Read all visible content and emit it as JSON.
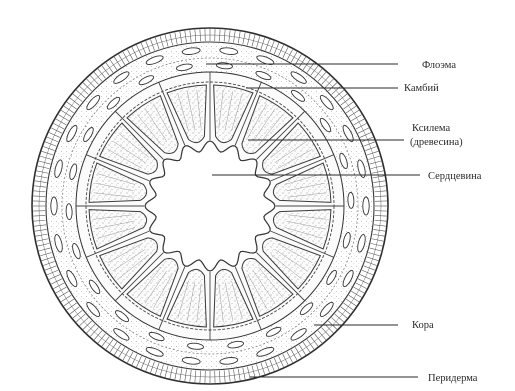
{
  "diagram": {
    "labels": {
      "phloem": "Флоэма",
      "cambium": "Камбий",
      "xylem_line1": "Ксилема",
      "xylem_line2": "(древесина)",
      "pith": "Сердцевина",
      "cortex": "Кора",
      "periderm": "Перидерма"
    }
  }
}
